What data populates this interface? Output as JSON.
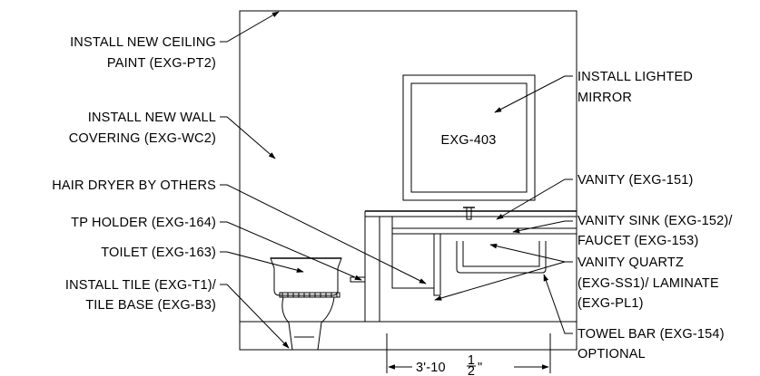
{
  "labels": {
    "ceiling_paint": [
      "INSTALL NEW CEILING",
      "PAINT (EXG-PT2)"
    ],
    "wall_covering": [
      "INSTALL NEW WALL",
      "COVERING (EXG-WC2)"
    ],
    "hair_dryer": [
      "HAIR DRYER BY OTHERS"
    ],
    "tp_holder": [
      "TP HOLDER (EXG-164)"
    ],
    "toilet": [
      "TOILET (EXG-163)"
    ],
    "tile": [
      "INSTALL TILE (EXG-T1)/",
      "TILE BASE (EXG-B3)"
    ],
    "lighted_mirror": [
      "INSTALL LIGHTED",
      "MIRROR"
    ],
    "vanity": [
      "VANITY (EXG-151)"
    ],
    "vanity_sink": [
      "VANITY SINK (EXG-152)/",
      "FAUCET (EXG-153)"
    ],
    "vanity_quartz": [
      "VANITY QUARTZ",
      "(EXG-SS1)/ LAMINATE",
      "(EXG-PL1)"
    ],
    "towel_bar": [
      "TOWEL BAR (EXG-154)",
      "OPTIONAL"
    ]
  },
  "mirror_tag": "EXG-403",
  "dimension": {
    "prefix": "3'-10",
    "frac_num": "1",
    "frac_den": "2",
    "suffix": "\""
  }
}
